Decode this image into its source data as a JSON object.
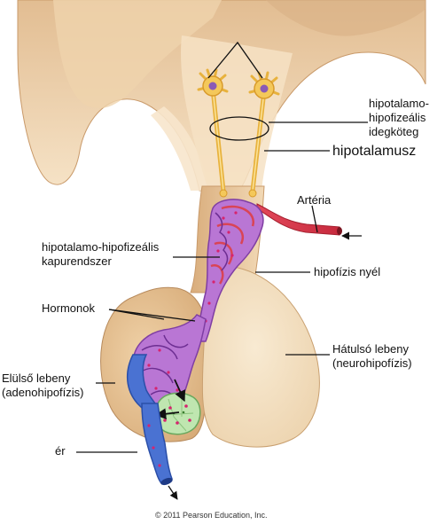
{
  "labels": {
    "tract": [
      "hipotalamo-",
      "hipofizeális",
      "idegköteg"
    ],
    "hypothalamus": "hipotalamusz",
    "artery": "Artéria",
    "portal": [
      "hipotalamo-hipofizeális",
      "kapurendszer"
    ],
    "stalk": "hipofízis nyél",
    "hormones": "Hormonok",
    "posterior": [
      "Hátulsó lebeny",
      "(neurohipofízis)"
    ],
    "anterior": [
      "Elülső lebeny",
      "(adenohipofízis)"
    ],
    "vein": "ér",
    "copyright": "© 2011 Pearson Education, Inc."
  },
  "colors": {
    "tissue_light": "#f4dfc0",
    "tissue_mid": "#e6c49a",
    "tissue_dark": "#c89a6a",
    "posterior_lobe": "#f3e2c4",
    "anterior_lobe": "#e8c598",
    "neuron": "#f2c14e",
    "artery": "#d8344a",
    "portal_purple": "#a15cc6",
    "vein_blue": "#3d63c8",
    "secretory_cell": "#bfe6b0",
    "hormone_dot": "#d6246e"
  },
  "icons": [
    "neuron-cell-icon",
    "arrow-in-icon",
    "arrow-out-icon"
  ]
}
